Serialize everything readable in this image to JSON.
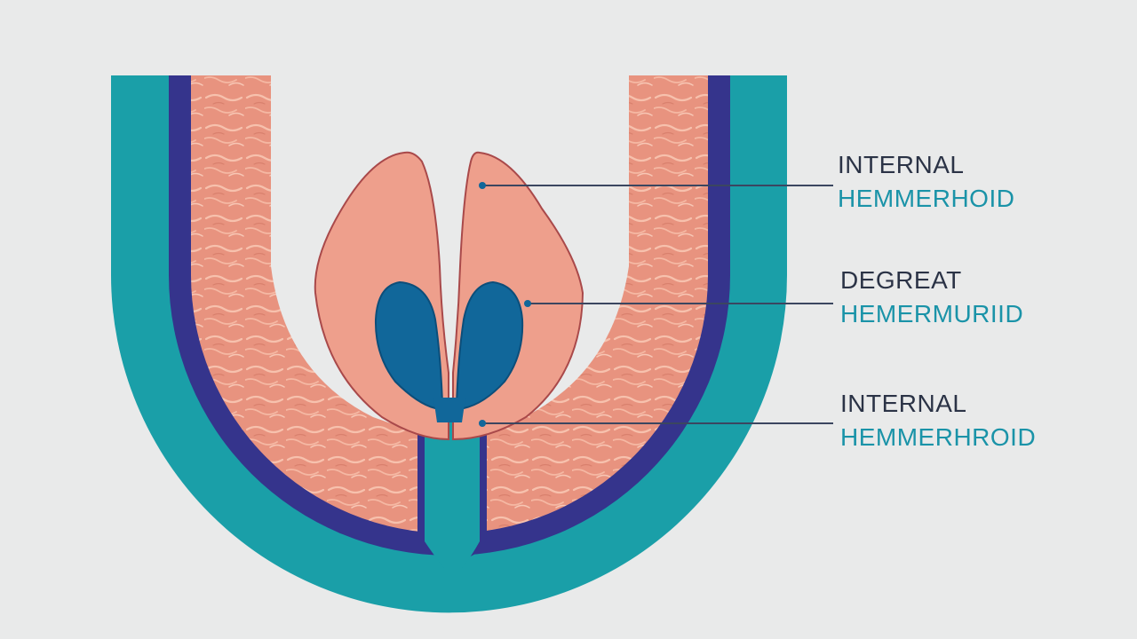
{
  "colors": {
    "background": "#e9eaea",
    "outer_wall": "#1a9fa8",
    "muscle_band": "#35348c",
    "tissue": "#e8937f",
    "hemorrhoid_pad": "#ee9f8c",
    "vein": "#11679a",
    "leader_line": "#3b4660",
    "label_dark": "#2b3346",
    "label_teal": "#1a93a8"
  },
  "icons": [
    "dot-marker-icon"
  ],
  "labels": [
    {
      "line1": "INTERNAL",
      "line2": "HEMMERHOID"
    },
    {
      "line1": "DEGREAT",
      "line2": "HEMERMURIID"
    },
    {
      "line1": "INTERNAL",
      "line2": "HEMMERHROID"
    }
  ]
}
